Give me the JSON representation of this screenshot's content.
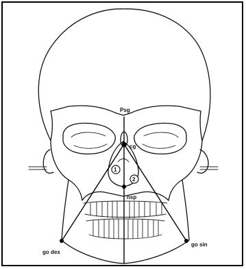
{
  "diagram": {
    "labels": {
      "psg": "Psg",
      "cg": "cg",
      "nsp": "nsp",
      "go_dex": "go dex",
      "go_sin": "go sin",
      "marker_1": "1",
      "marker_2": "2"
    },
    "colors": {
      "ink": "#111111",
      "frame": "#000000",
      "background": "#ffffff"
    }
  }
}
